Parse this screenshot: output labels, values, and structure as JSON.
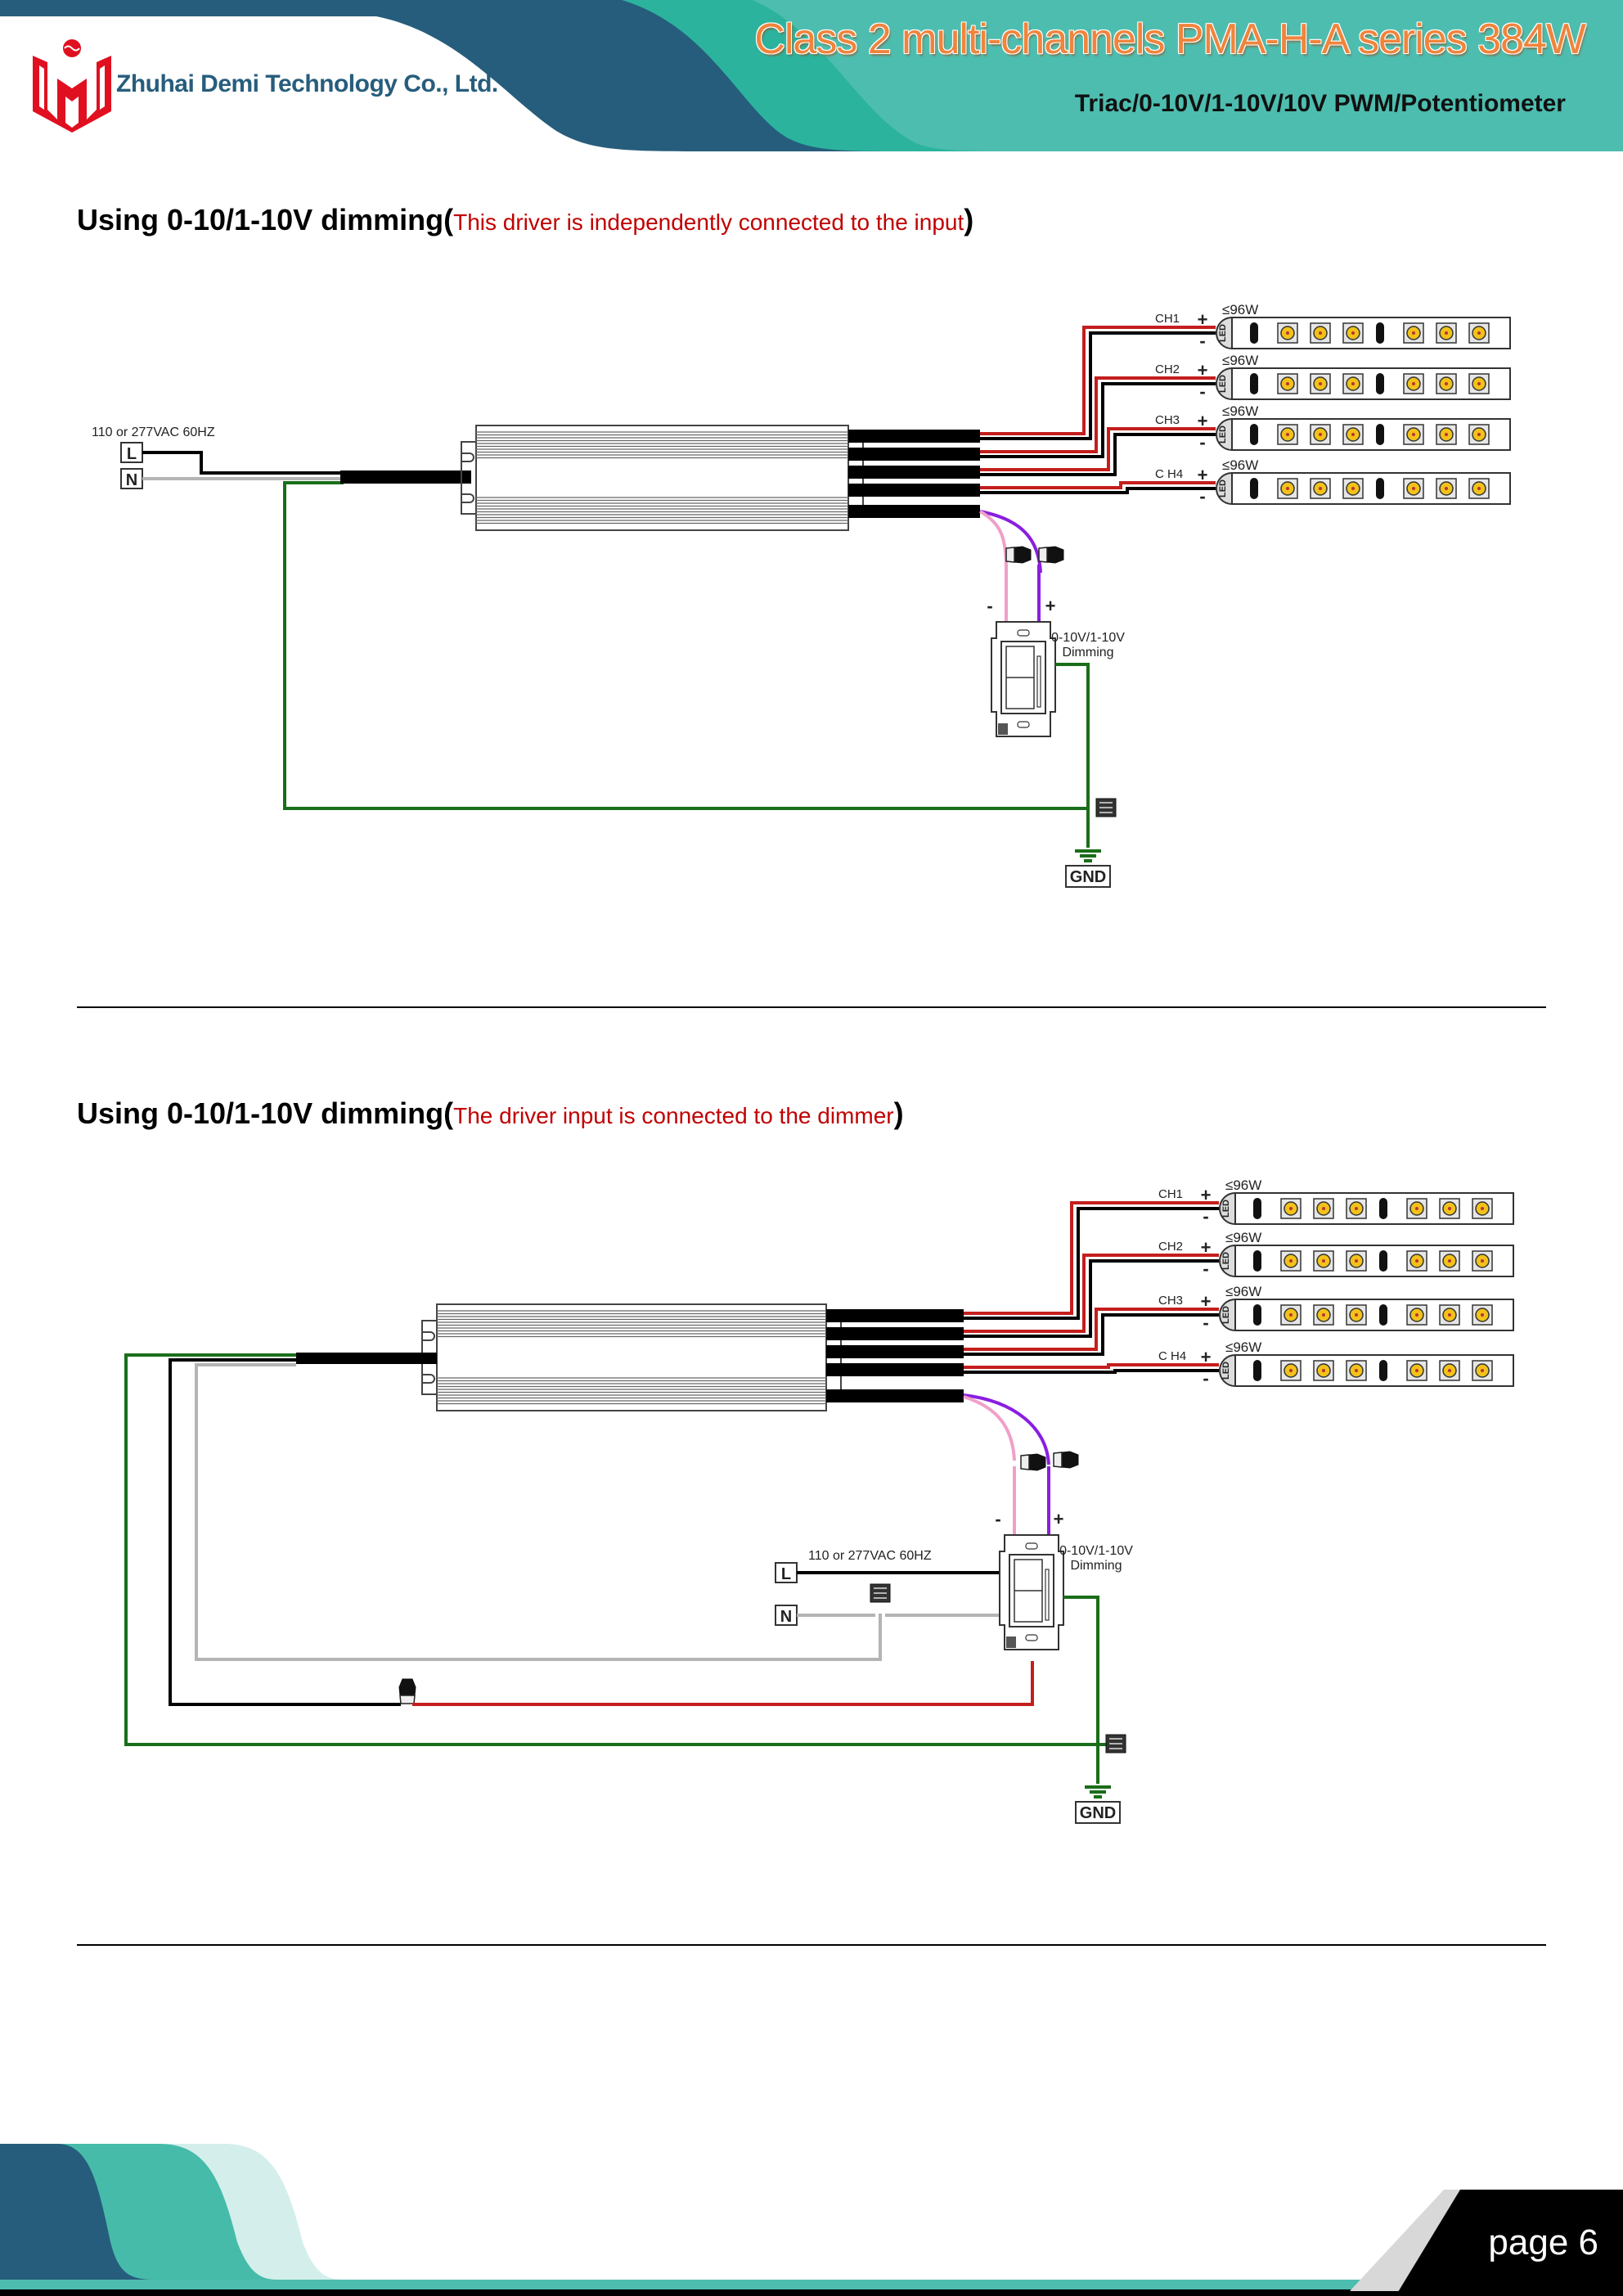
{
  "header": {
    "company_name": "Zhuhai Demi Technology Co., Ltd.",
    "title": "Class 2 multi-channels PMA-H-A series 384W",
    "subtitle": "Triac/0-10V/1-10V/10V PWM/Potentiometer",
    "colors": {
      "navy": "#265d7c",
      "teal": "#2bb39e",
      "light_teal": "#4dbdaf",
      "title_orange": "#f0843c",
      "logo_red": "#e01020"
    }
  },
  "sections": [
    {
      "heading_main": "Using 0-10/1-10V dimming(",
      "heading_note": "This driver is independently connected to the input",
      "heading_close": ")",
      "diagram": {
        "mains_label": "110 or 277VAC 60HZ",
        "line_terminal": "L",
        "neutral_terminal": "N",
        "dimmer_label_line1": "0-10V/1-10V",
        "dimmer_label_line2": "Dimming",
        "dimmer_minus": "-",
        "dimmer_plus": "+",
        "ground_label": "GND",
        "channels": [
          {
            "label": "CH1",
            "rating": "≤96W",
            "led_label": "LED"
          },
          {
            "label": "CH2",
            "rating": "≤96W",
            "led_label": "LED"
          },
          {
            "label": "CH3",
            "rating": "≤96W",
            "led_label": "LED"
          },
          {
            "label": "C H4",
            "rating": "≤96W",
            "led_label": "LED"
          }
        ]
      }
    },
    {
      "heading_main": "Using 0-10/1-10V dimming(",
      "heading_note": "The driver input is connected to the dimmer",
      "heading_close": ")",
      "diagram": {
        "mains_label": "110 or 277VAC 60HZ",
        "line_terminal": "L",
        "neutral_terminal": "N",
        "dimmer_label_line1": "0-10V/1-10V",
        "dimmer_label_line2": "Dimming",
        "dimmer_minus": "-",
        "dimmer_plus": "+",
        "ground_label": "GND",
        "channels": [
          {
            "label": "CH1",
            "rating": "≤96W",
            "led_label": "LED"
          },
          {
            "label": "CH2",
            "rating": "≤96W",
            "led_label": "LED"
          },
          {
            "label": "CH3",
            "rating": "≤96W",
            "led_label": "LED"
          },
          {
            "label": "C H4",
            "rating": "≤96W",
            "led_label": "LED"
          }
        ]
      }
    }
  ],
  "wire_colors": {
    "line": "#000000",
    "neutral": "#b4b4b4",
    "ground": "#1a6e1a",
    "positive": "#c41e1e",
    "dim_plus": "#8a1ee0",
    "dim_minus": "#f0a0c8",
    "switched_line": "#c41e1e"
  },
  "led_colors": {
    "chip_fill": "#f2c21a",
    "chip_ring": "#d9a800",
    "chip_pad": "#e6e6e6"
  },
  "footer": {
    "page_label": "page 6"
  }
}
